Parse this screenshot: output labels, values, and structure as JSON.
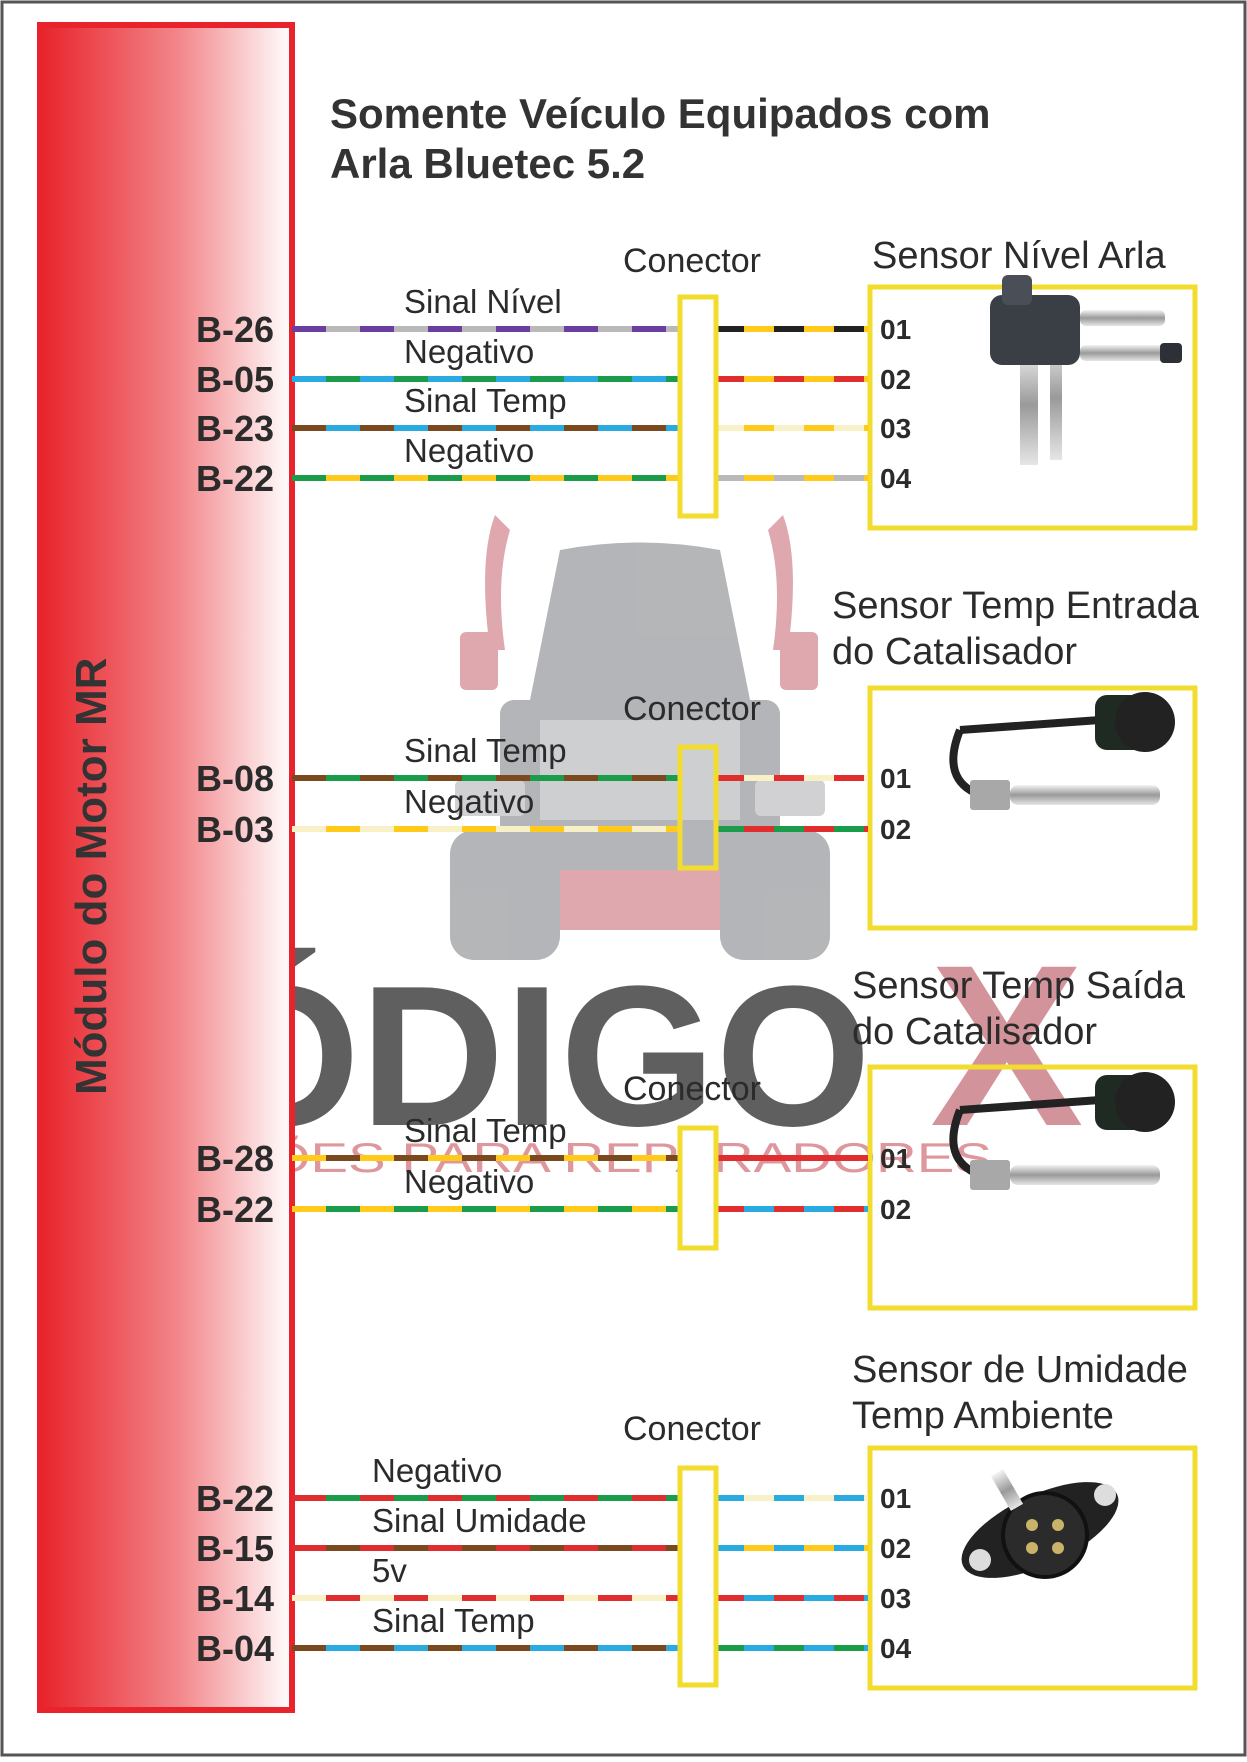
{
  "module_label": "Módulo do Motor MR",
  "header": {
    "line1": "Somente Veículo Equipados com",
    "line2": "Arla Bluetec 5.2"
  },
  "watermark": {
    "brand": "CÓDIGO",
    "brand_x": "X",
    "tagline": "SOLUÇÕES PARA REPARADORES"
  },
  "colors": {
    "module_red": "#e8232b",
    "box_yellow": "#f2dc2e",
    "purple": "#6b3fa0",
    "gray": "#b9b9b9",
    "blue": "#29aae1",
    "green": "#1a9c4a",
    "brown": "#7a4a1e",
    "yellow": "#ffca1a",
    "cream": "#f8f1c8",
    "red": "#e02d2d",
    "black": "#222222"
  },
  "sections": [
    {
      "title_lines": [
        "Sensor Nível Arla"
      ],
      "connector_label": "Conector",
      "sensor_icon": "arla-level-sensor-icon",
      "wires": [
        {
          "pin": "B-26",
          "label": "Sinal Nível",
          "terminal": "01",
          "left_colors": [
            "purple",
            "gray"
          ],
          "right_colors": [
            "black",
            "yellow"
          ]
        },
        {
          "pin": "B-05",
          "label": "Negativo",
          "terminal": "02",
          "left_colors": [
            "blue",
            "green"
          ],
          "right_colors": [
            "red",
            "yellow"
          ]
        },
        {
          "pin": "B-23",
          "label": "Sinal Temp",
          "terminal": "03",
          "left_colors": [
            "brown",
            "blue"
          ],
          "right_colors": [
            "cream",
            "yellow"
          ]
        },
        {
          "pin": "B-22",
          "label": "Negativo",
          "terminal": "04",
          "left_colors": [
            "green",
            "yellow"
          ],
          "right_colors": [
            "gray",
            "yellow"
          ]
        }
      ]
    },
    {
      "title_lines": [
        "Sensor Temp Entrada",
        "do Catalisador"
      ],
      "connector_label": "Conector",
      "sensor_icon": "exhaust-temp-sensor-icon",
      "wires": [
        {
          "pin": "B-08",
          "label": "Sinal Temp",
          "terminal": "01",
          "left_colors": [
            "brown",
            "green"
          ],
          "right_colors": [
            "red",
            "cream"
          ]
        },
        {
          "pin": "B-03",
          "label": "Negativo",
          "terminal": "02",
          "left_colors": [
            "cream",
            "yellow"
          ],
          "right_colors": [
            "green",
            "red"
          ]
        }
      ]
    },
    {
      "title_lines": [
        "Sensor Temp Saída",
        "do Catalisador"
      ],
      "connector_label": "Conector",
      "sensor_icon": "exhaust-temp-sensor-icon",
      "wires": [
        {
          "pin": "B-28",
          "label": "Sinal Temp",
          "terminal": "01",
          "left_colors": [
            "yellow",
            "brown"
          ],
          "right_colors": [
            "red",
            "red"
          ]
        },
        {
          "pin": "B-22",
          "label": "Negativo",
          "terminal": "02",
          "left_colors": [
            "yellow",
            "green"
          ],
          "right_colors": [
            "red",
            "blue"
          ]
        }
      ]
    },
    {
      "title_lines": [
        "Sensor de Umidade",
        " Temp Ambiente"
      ],
      "connector_label": "Conector",
      "sensor_icon": "humidity-sensor-icon",
      "wires": [
        {
          "pin": "B-22",
          "label": "Negativo",
          "terminal": "01",
          "left_colors": [
            "red",
            "green"
          ],
          "right_colors": [
            "blue",
            "cream"
          ]
        },
        {
          "pin": "B-15",
          "label": "Sinal Umidade",
          "terminal": "02",
          "left_colors": [
            "red",
            "brown"
          ],
          "right_colors": [
            "blue",
            "yellow"
          ]
        },
        {
          "pin": "B-14",
          "label": "5v",
          "terminal": "03",
          "left_colors": [
            "cream",
            "red"
          ],
          "right_colors": [
            "red",
            "blue"
          ]
        },
        {
          "pin": "B-04",
          "label": "Sinal Temp",
          "terminal": "04",
          "left_colors": [
            "brown",
            "blue"
          ],
          "right_colors": [
            "green",
            "blue"
          ]
        }
      ]
    }
  ]
}
